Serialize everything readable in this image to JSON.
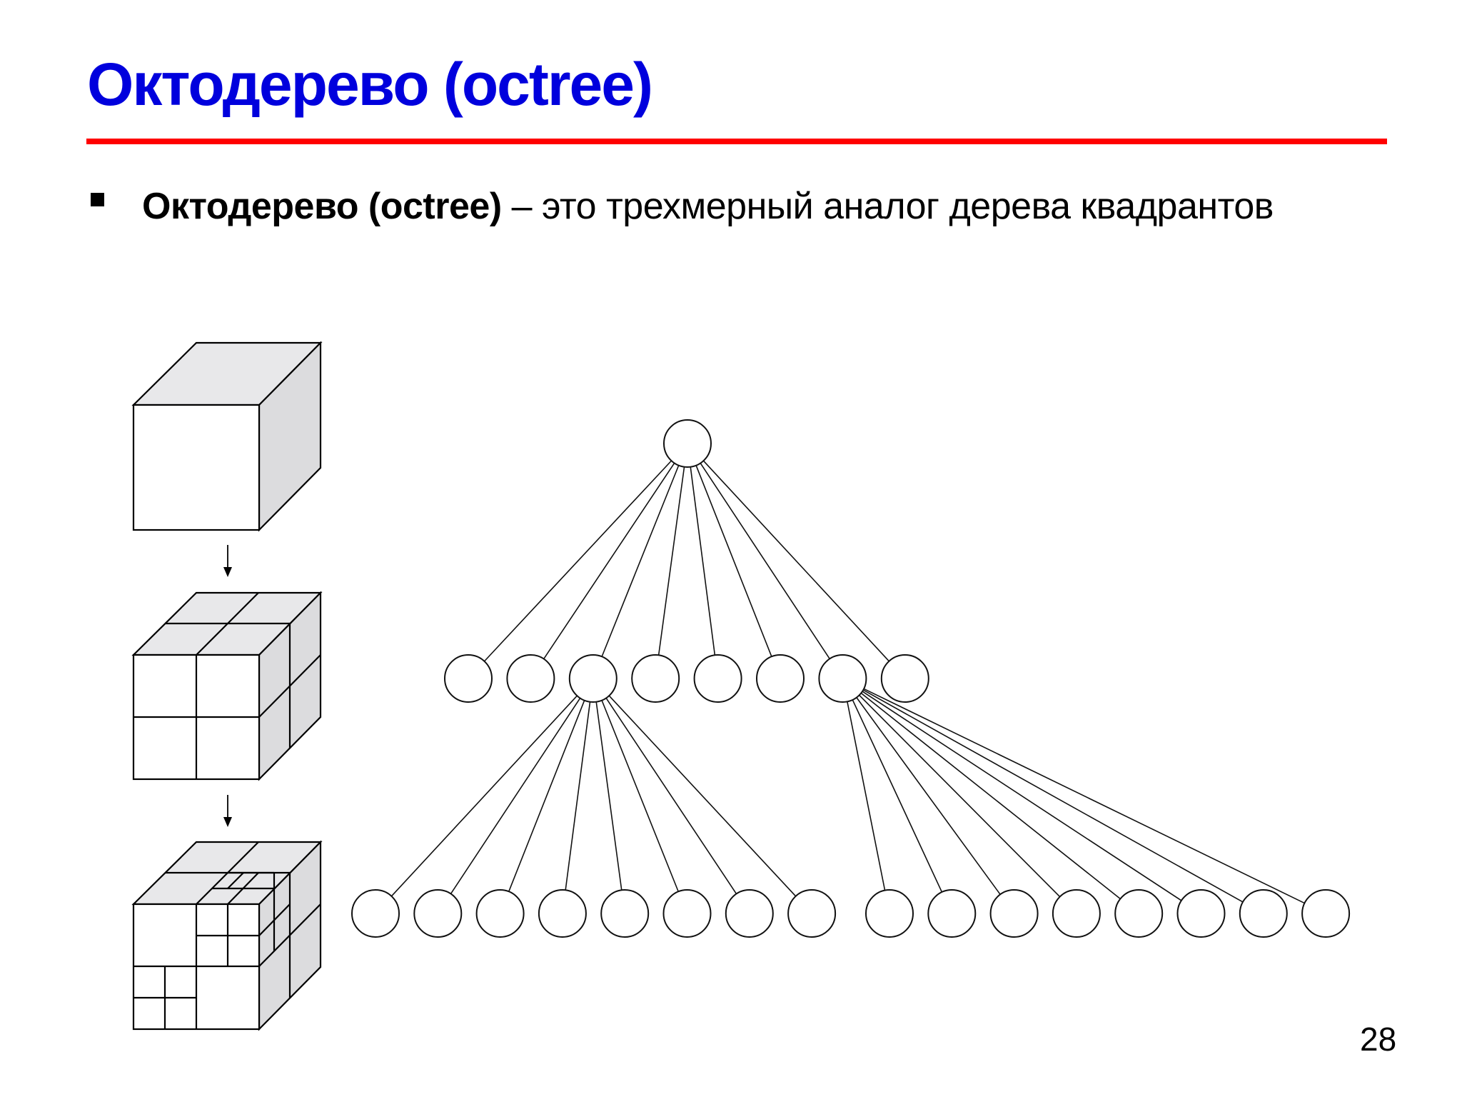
{
  "slide": {
    "title": "Октодерево (octree)",
    "title_color": "#0000dd",
    "rule_color": "#ff0000",
    "bullet": {
      "term": "Октодерево (octree)",
      "definition": " – это трехмерный аналог дерева квадрантов"
    },
    "page_number": "28"
  },
  "diagram": {
    "cubes": [
      {
        "stage": "whole-cube",
        "subdivision_level": 0
      },
      {
        "stage": "cube-split-into-8-octants",
        "subdivision_level": 1
      },
      {
        "stage": "cube-with-octants-further-split",
        "subdivision_level": 2
      }
    ],
    "arrows": [
      "down-arrow",
      "down-arrow"
    ],
    "tree": {
      "root": {
        "id": "root"
      },
      "level1_count": 8,
      "level1_expanded": [
        2,
        6
      ],
      "level2_count_per_expanded": 8
    }
  }
}
